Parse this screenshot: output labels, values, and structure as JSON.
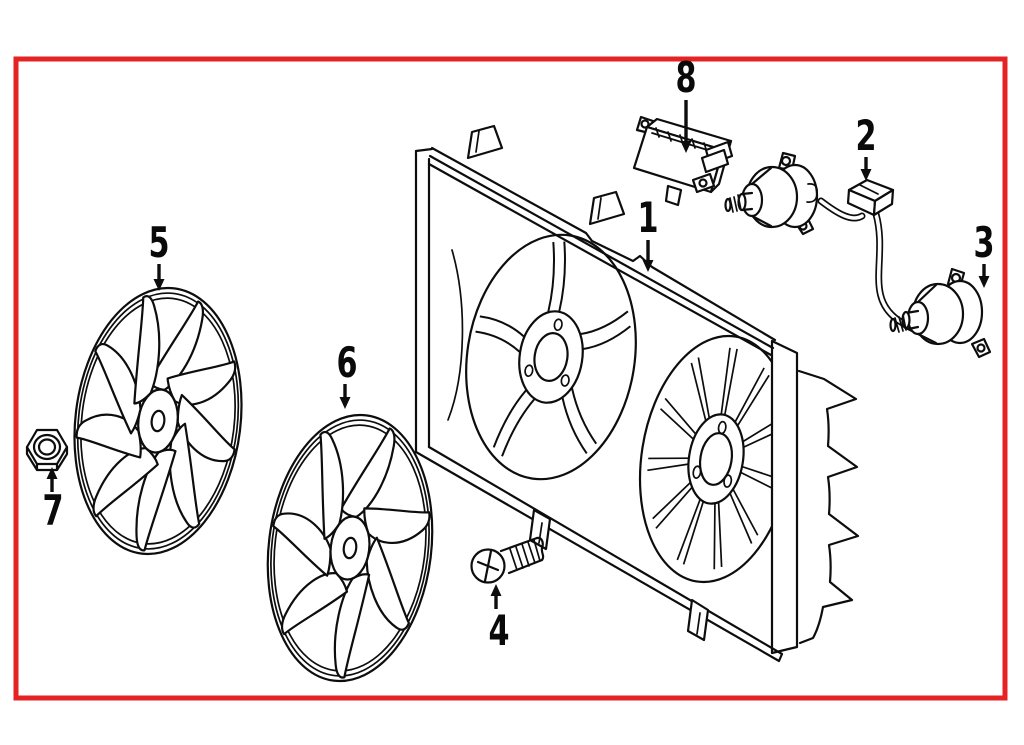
{
  "diagram": {
    "type": "exploded-parts-diagram",
    "background_color": "#ffffff",
    "border_color": "#e62324",
    "line_color": "#0d0d0d",
    "callouts": [
      {
        "label": "1",
        "part": "fan-shroud-assembly"
      },
      {
        "label": "2",
        "part": "motor-lead-connector"
      },
      {
        "label": "3",
        "part": "fan-motor-right"
      },
      {
        "label": "4",
        "part": "screw"
      },
      {
        "label": "5",
        "part": "fan-blade-left"
      },
      {
        "label": "6",
        "part": "fan-blade-center"
      },
      {
        "label": "7",
        "part": "nut"
      },
      {
        "label": "8",
        "part": "fan-control-module"
      }
    ]
  }
}
